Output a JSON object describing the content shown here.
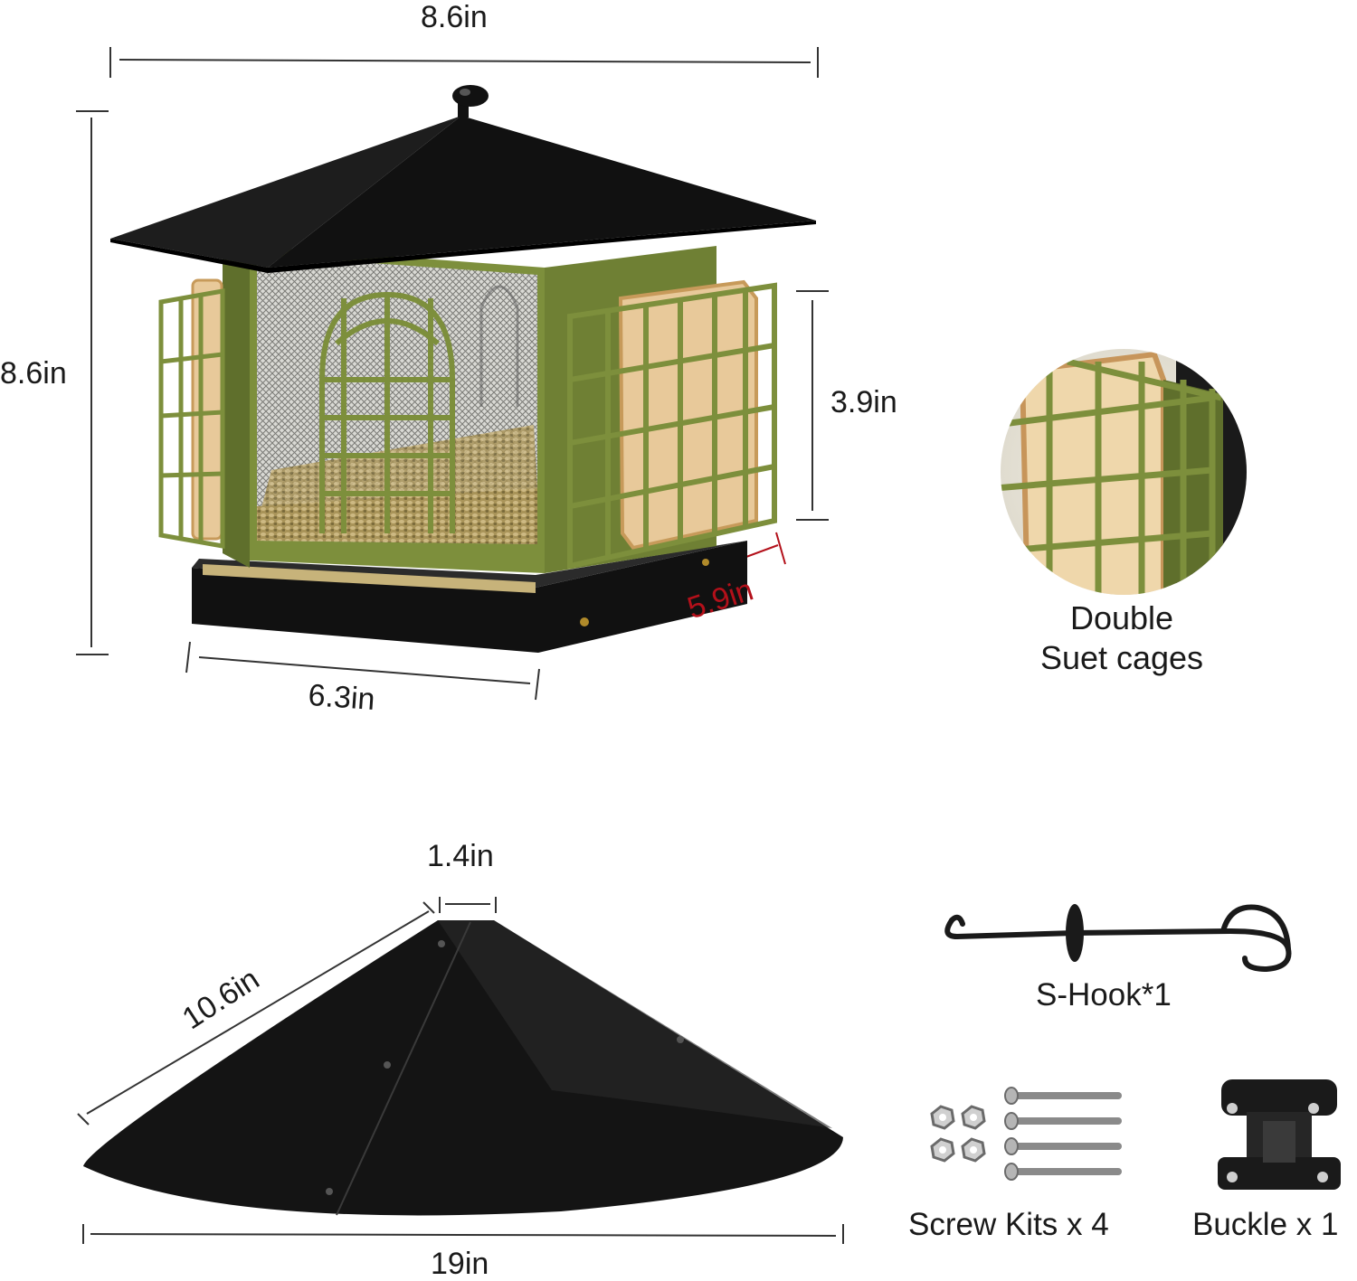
{
  "feeder": {
    "dimensions": {
      "width_top": "8.6in",
      "height": "8.6in",
      "cage_height": "3.9in",
      "depth": "5.9in",
      "base_width": "6.3in"
    }
  },
  "features": {
    "suet_cages": {
      "line1": "Double",
      "line2": "Suet cages"
    }
  },
  "baffle": {
    "top_width": "1.4in",
    "slant": "10.6in",
    "diameter": "19in"
  },
  "accessories": {
    "s_hook": "S-Hook*1",
    "screw_kits": "Screw Kits x 4",
    "buckle": "Buckle x 1"
  },
  "colors": {
    "roof": "#161616",
    "frame_green": "#7d8f3c",
    "mesh": "#8a8a86",
    "seed": "#b9a36a",
    "toast": "#e8c99a",
    "dimension_red": "#b3101a"
  }
}
